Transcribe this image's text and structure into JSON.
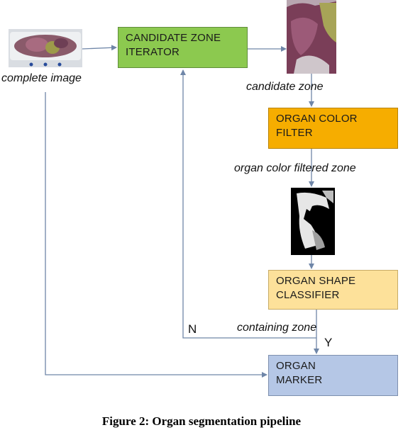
{
  "nodes": {
    "iterator": {
      "lines": [
        "CANDIDATE ZONE",
        "ITERATOR"
      ]
    },
    "color_filter": {
      "lines": [
        "ORGAN COLOR",
        "FILTER"
      ]
    },
    "shape_classifier": {
      "lines": [
        "ORGAN SHAPE",
        "CLASSIFIER"
      ]
    },
    "marker": {
      "lines": [
        "ORGAN",
        "MARKER"
      ]
    }
  },
  "labels": {
    "complete_image": "complete image",
    "candidate_zone": "candidate zone",
    "color_filtered_zone": "organ color filtered zone",
    "containing_zone": "containing zone",
    "branch_no": "N",
    "branch_yes": "Y"
  },
  "caption": "Figure 2: Organ segmentation pipeline",
  "colors": {
    "iterator": "#8cc94f",
    "color_filter": "#f6ad00",
    "shape_classifier": "#fde19a",
    "marker": "#b5c7e6",
    "arrow": "#6f86a8"
  },
  "images": {
    "complete_image": "photo-of-specimen-tray",
    "candidate_zone": "photo-of-organ-crop",
    "color_filtered_zone": "binary-mask-of-organ"
  }
}
